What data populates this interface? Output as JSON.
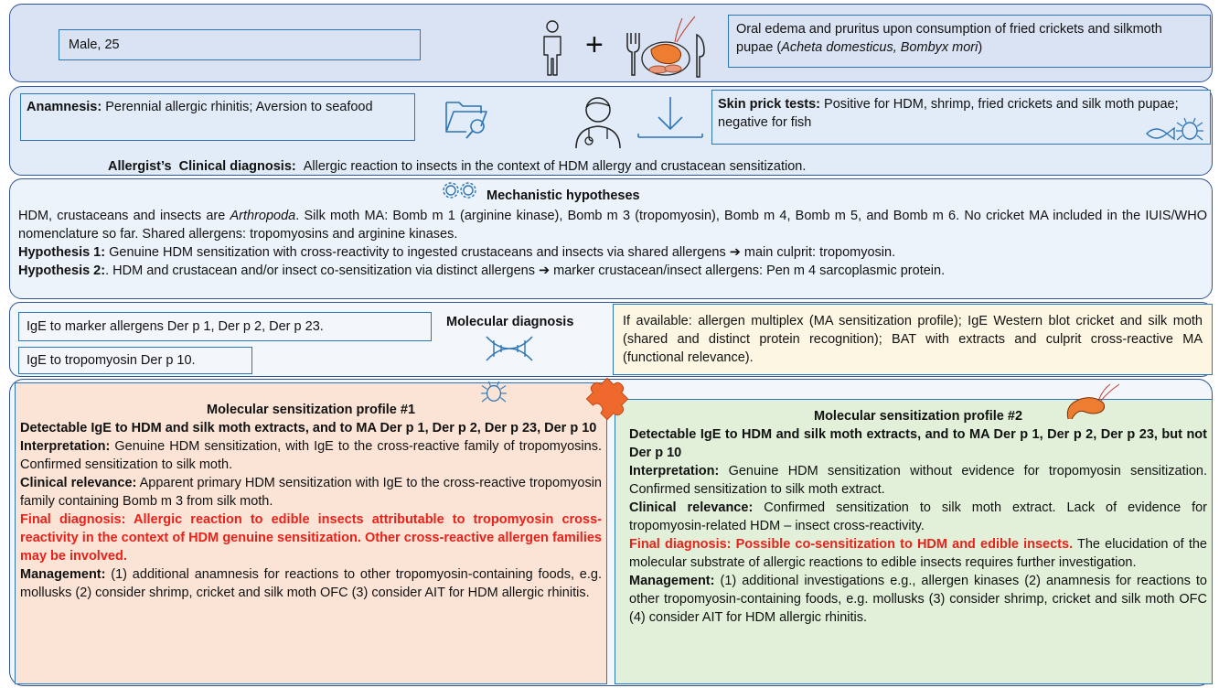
{
  "colors": {
    "panel_border": "#2f5597",
    "row1_bg": "#dae3f3",
    "row2_bg": "#e2ecf8",
    "row3_bg": "#edf3fb",
    "row4_bg": "#f3f6fb",
    "left_profile_bg": "#fbe4d6",
    "right_profile_bg": "#e2f0d9",
    "final_red": "#e8221b",
    "icon_blue": "#2e75b6",
    "icon_orange": "#ed7d31",
    "puzzle_orange": "#f0692c"
  },
  "row1": {
    "patient": "Male, 25",
    "symptom": "Oral edema and pruritus upon consumption of fried crickets and silkmoth pupae (",
    "symptom_species": "Acheta domesticus, Bombyx mori",
    "symptom_end": ")",
    "plus": "+",
    "icons": [
      "person-icon",
      "cutlery-icon",
      "shrimp-icon",
      "grubs-icon"
    ]
  },
  "row2": {
    "anamnesis_label": "Anamnesis:",
    "anamnesis_text": " Perennial allergic rhinitis; Aversion to seafood",
    "spt_label": "Skin prick tests:",
    "spt_text": " Positive for HDM, shrimp, fried crickets and silk moth pupae; negative for fish",
    "allergist_label": "Allergist’s",
    "clinical_label": "Clinical diagnosis:",
    "clinical_text": "Allergic reaction to insects in the context of HDM allergy and crustacean sensitization.",
    "icons": [
      "folder-search-icon",
      "doctor-icon",
      "download-arrow-icon",
      "fish-icon",
      "mite-icon"
    ]
  },
  "row3": {
    "title": "Mechanistic hypotheses",
    "p1_a": "HDM, crustaceans and insects are ",
    "p1_italic": "Arthropoda",
    "p1_b": ". Silk moth MA: Bomb m 1 (arginine kinase), Bomb m 3 (tropomyosin), Bomb m 4, Bomb m 5, and Bomb m 6. No cricket MA included in the IUIS/WHO nomenclature so far. Shared allergens: tropomyosins and arginine kinases.",
    "h1_label": "Hypothesis 1:",
    "h1_text": " Genuine HDM sensitization with cross-reactivity to ingested crustaceans and insects via shared allergens ➔ main culprit: tropomyosin.",
    "h2_label": "Hypothesis 2:",
    "h2_text": ". HDM and crustacean and/or insect co-sensitization via distinct allergens ➔ marker crustacean/insect allergens: Pen m 4 sarcoplasmic protein.",
    "icons": [
      "gears-icon"
    ]
  },
  "row4": {
    "title": "Molecular diagnosis",
    "box1": "IgE to marker allergens Der p 1, Der p 2, Der p 23.",
    "box2": "IgE to tropomyosin Der p 10.",
    "right": "If available: allergen multiplex (MA sensitization profile); IgE Western blot cricket and silk moth (shared and distinct protein recognition); BAT with extracts and culprit cross-reactive MA (functional relevance).",
    "icons": [
      "dna-icon"
    ]
  },
  "profile1": {
    "title": "Molecular sensitization profile #1",
    "subtitle": "Detectable IgE to HDM and silk moth extracts, and to MA Der p 1, Der p 2, Der p 23, Der p 10",
    "interp_label": "Interpretation:",
    "interp_text": " Genuine HDM sensitization, with IgE to the cross-reactive family of tropomyosins. Confirmed sensitization to silk moth.",
    "clin_label": "Clinical relevance:",
    "clin_text": " Apparent primary HDM sensitization with IgE to the cross-reactive tropomyosin family containing Bomb m 3 from silk moth.",
    "final": "Final diagnosis: Allergic reaction to edible insects attributable to tropomyosin cross-reactivity in the context of HDM genuine sensitization. Other cross-reactive allergen families may be involved.",
    "mgmt_label": "Management:",
    "mgmt_text": " (1) additional anamnesis for reactions to other tropomyosin-containing foods, e.g. mollusks (2) consider shrimp, cricket and silk moth OFC (3) consider AIT for HDM allergic rhinitis.",
    "icons": [
      "mite-icon"
    ]
  },
  "profile2": {
    "title": "Molecular sensitization profile #2",
    "subtitle": "Detectable IgE to HDM and silk moth extracts, and to MA Der p 1, Der p 2, Der p 23, but not Der p 10",
    "interp_label": "Interpretation:",
    "interp_text": " Genuine HDM sensitization without evidence for tropomyosin sensitization. Confirmed sensitization to silk moth extract.",
    "clin_label": "Clinical relevance:",
    "clin_text": " Confirmed sensitization to silk moth extract. Lack of evidence for tropomyosin-related HDM – insect cross-reactivity.",
    "final": "Final diagnosis: Possible co-sensitization to HDM and edible insects.",
    "final_rest": " The elucidation of the molecular substrate of allergic reactions to edible insects requires further investigation.",
    "mgmt_label": "Management:",
    "mgmt_text": " (1) additional investigations e.g., allergen kinases (2) anamnesis for reactions to other tropomyosin-containing foods, e.g. mollusks (3) consider shrimp, cricket and silk moth OFC (4) consider AIT for HDM allergic rhinitis.",
    "icons": [
      "shrimp-icon",
      "puzzle-icon"
    ]
  }
}
